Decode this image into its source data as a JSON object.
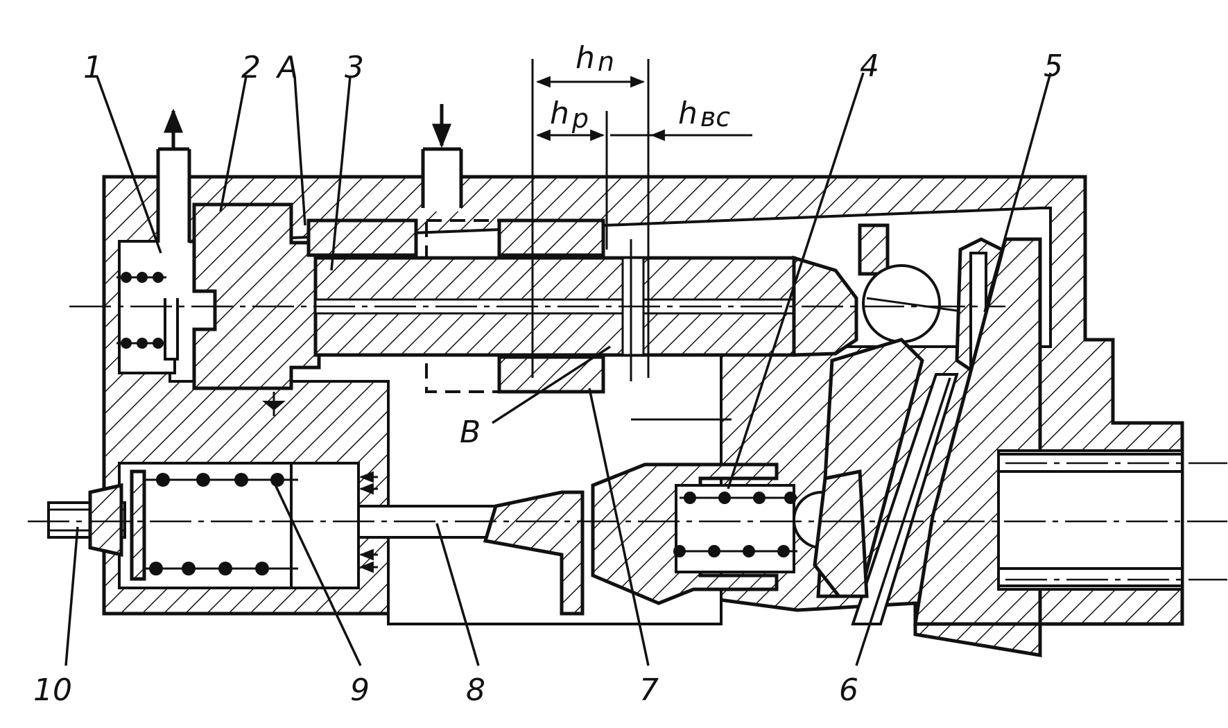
{
  "figure": {
    "callouts": [
      "1",
      "2",
      "A",
      "3",
      "4",
      "5",
      "6",
      "7",
      "8",
      "9",
      "10",
      "B"
    ],
    "dimensions": {
      "hn": "h",
      "hn_sub": "n",
      "hp": "h",
      "hp_sub": "p",
      "hvs": "h",
      "hvs_sub": "вс"
    }
  }
}
